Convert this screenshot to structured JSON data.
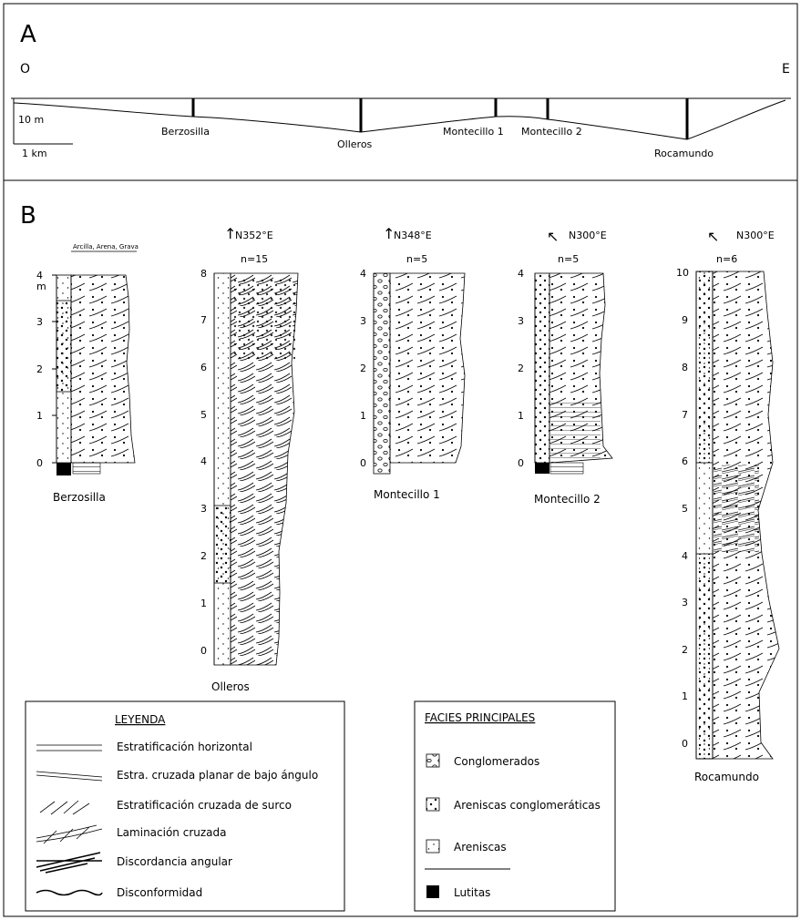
{
  "panel_a": {
    "label": "A",
    "west": "O",
    "east": "E",
    "vertical_scale": "10 m",
    "horizontal_scale": "1 km",
    "sections": [
      "Berzosilla",
      "Olleros",
      "Montecillo 1",
      "Montecillo 2",
      "Rocamundo"
    ]
  },
  "panel_b": {
    "label": "B",
    "grain_scale": "Arcilla, Arena, Grava",
    "unit": "m",
    "columns": [
      {
        "id": "berzosilla",
        "name": "Berzosilla",
        "direction": "",
        "n": "",
        "ticks": [
          "0",
          "1",
          "2",
          "3",
          "4"
        ]
      },
      {
        "id": "olleros",
        "name": "Olleros",
        "direction": "N352°E",
        "n": "n=15",
        "ticks": [
          "0",
          "1",
          "2",
          "3",
          "4",
          "5",
          "6",
          "7",
          "8"
        ]
      },
      {
        "id": "montecillo1",
        "name": "Montecillo 1",
        "direction": "N348°E",
        "n": "n=5",
        "ticks": [
          "0",
          "1",
          "2",
          "3",
          "4"
        ]
      },
      {
        "id": "montecillo2",
        "name": "Montecillo 2",
        "direction": "N300°E",
        "n": "n=5",
        "ticks": [
          "0",
          "1",
          "2",
          "3",
          "4"
        ]
      },
      {
        "id": "rocamundo",
        "name": "Rocamundo",
        "direction": "N300°E",
        "n": "n=6",
        "ticks": [
          "0",
          "1",
          "2",
          "3",
          "4",
          "5",
          "6",
          "7",
          "8",
          "9",
          "10"
        ]
      }
    ]
  },
  "legend": {
    "title": "LEYENDA",
    "items": [
      "Estratificación horizontal",
      "Estra. cruzada planar de bajo ángulo",
      "Estratificación cruzada de surco",
      "Laminación cruzada",
      "Discordancia angular",
      "Disconformidad"
    ]
  },
  "facies": {
    "title": "FACIES PRINCIPALES",
    "items": [
      "Conglomerados",
      "Areniscas conglomeráticas",
      "Areniscas",
      "Lutitas"
    ]
  }
}
